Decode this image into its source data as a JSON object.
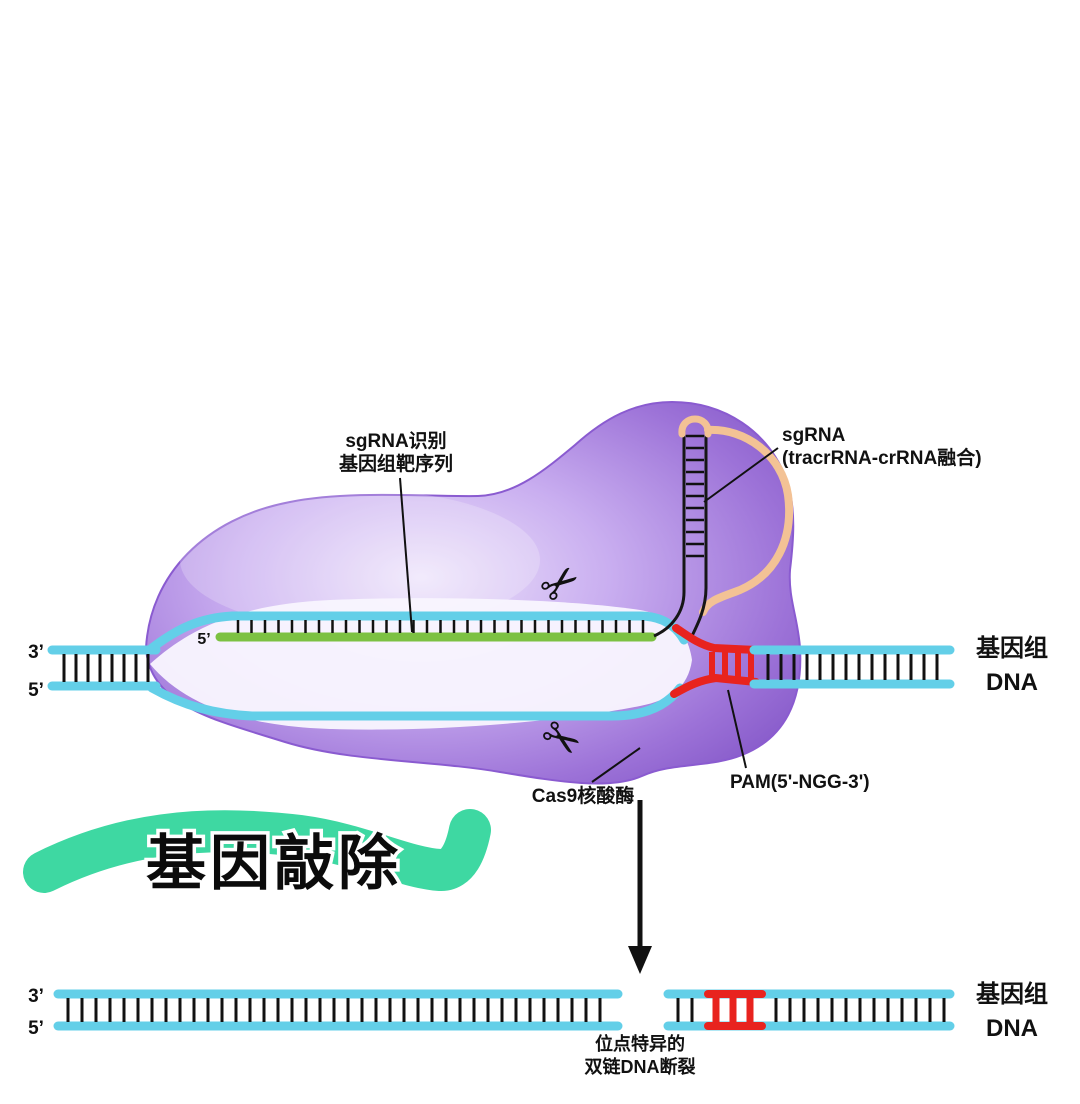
{
  "colors": {
    "cas9_purple": "#9d73d8",
    "dna_cyan": "#63cfe8",
    "sgrna_green": "#7cc142",
    "tracrrna_orange": "#f3c295",
    "pam_red": "#e8231e",
    "highlight_teal": "#3ed8a2"
  },
  "labels": {
    "sgrna_target": {
      "line1": "sgRNA识别",
      "line2": "基因组靶序列"
    },
    "sgrna": {
      "line1": "sgRNA",
      "line2": "(tracrRNA-crRNA融合)"
    },
    "genome_dna_top": {
      "line1": "基因组",
      "line2": "DNA"
    },
    "cas9": "Cas9核酸酶",
    "pam": "PAM(5'-NGG-3')",
    "knockout": "基因敲除",
    "dsb_note": {
      "line1": "位点特异的",
      "line2": "双链DNA断裂"
    },
    "genome_dna_bottom": {
      "line1": "基因组",
      "line2": "DNA"
    },
    "three_prime": "3’",
    "five_prime": "5’",
    "sgrna_five_prime": "5’",
    "scissors_icon": "✂"
  }
}
